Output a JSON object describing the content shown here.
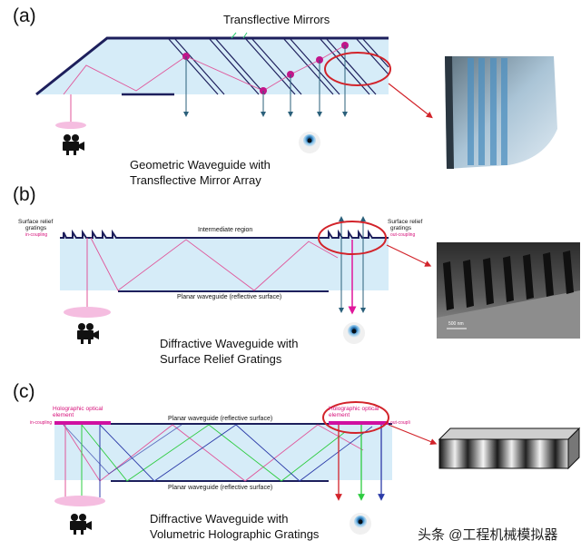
{
  "panel_a": {
    "label": "(a)",
    "mirrors_label": "Transflective Mirrors",
    "title_line1": "Geometric Waveguide with",
    "title_line2": "Transflective Mirror Array"
  },
  "panel_b": {
    "label": "(b)",
    "left_grating_line1": "Surface relief",
    "left_grating_line2": "gratings",
    "left_coupling": "in-coupling",
    "intermediate": "Intermediate region",
    "right_grating_line1": "Surface relief",
    "right_grating_line2": "gratings",
    "right_coupling": "out-coupling",
    "planar": "Planar waveguide (reflective surface)",
    "scale_bar": "500 nm",
    "title_line1": "Diffractive Waveguide with",
    "title_line2": "Surface Relief Gratings"
  },
  "panel_c": {
    "label": "(c)",
    "hoe_left_line1": "Holographic optical",
    "hoe_left_line2": "element",
    "in_coupling": "in-coupling",
    "planar_top": "Planar waveguide (reflective surface)",
    "hoe_right_line1": "Holographic optical",
    "hoe_right_line2": "element",
    "out_coupling": "out-coupli",
    "planar_bottom": "Planar waveguide (reflective surface)",
    "title_line1": "Diffractive Waveguide with",
    "title_line2": "Volumetric Holographic Gratings"
  },
  "watermark": "头条 @工程机械模拟器",
  "colors": {
    "guide_fill": "#d6ecf8",
    "outline": "#1d1f5c",
    "ray_pink": "#e0569a",
    "mirror_dot": "#c2168a",
    "arrow_teal": "#2a5f7a",
    "highlight_red": "#d2232a",
    "hoe_magenta": "#d010a0",
    "ray_green": "#2ecc40",
    "ray_blue": "#2c3ba8"
  }
}
